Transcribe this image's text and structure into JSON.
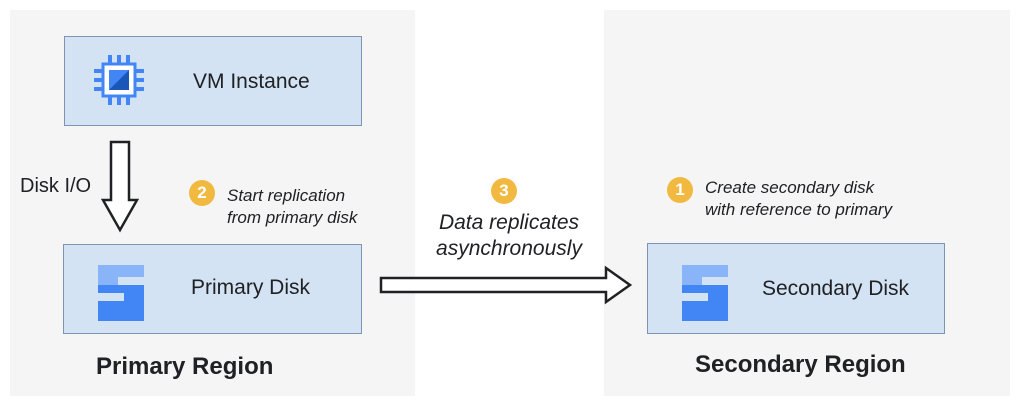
{
  "regions": {
    "primary": {
      "label": "Primary Region"
    },
    "secondary": {
      "label": "Secondary Region"
    }
  },
  "vm": {
    "label": "VM Instance",
    "icon": "cpu-chip-icon"
  },
  "primary_disk": {
    "label": "Primary Disk",
    "icon": "persistent-disk-icon"
  },
  "secondary_disk": {
    "label": "Secondary Disk",
    "icon": "persistent-disk-icon"
  },
  "io": {
    "label": "Disk I/O"
  },
  "steps": [
    {
      "number": "1",
      "lines": [
        "Create secondary disk",
        "with reference to primary"
      ]
    },
    {
      "number": "2",
      "lines": [
        "Start replication",
        "from primary disk"
      ]
    },
    {
      "number": "3",
      "lines": [
        "Data replicates",
        "asynchronously"
      ]
    }
  ],
  "colors": {
    "region_bg": "#f5f5f5",
    "box_fill": "#d3e3f3",
    "box_border": "#7d95b2",
    "badge": "#f2b940",
    "icon_blue": "#4285f4",
    "icon_light_blue": "#8ab4f8"
  }
}
